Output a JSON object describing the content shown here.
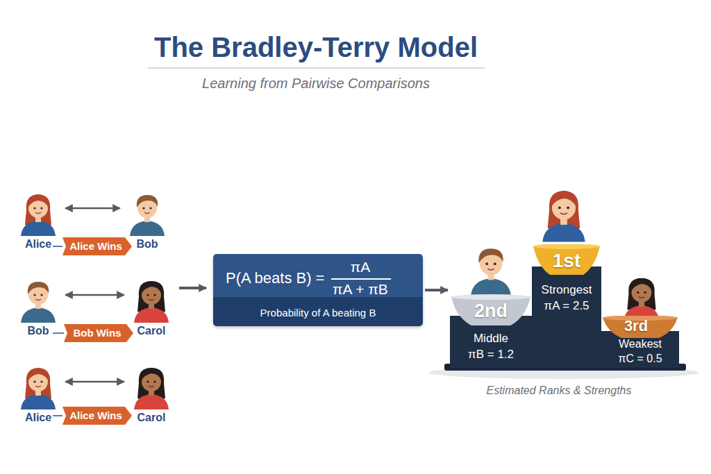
{
  "diagram": {
    "title": "The Bradley-Terry Model",
    "nodes": [
      {
        "text": [
          "Alice"
        ]
      },
      {
        "text": [
          "Alice Wins"
        ]
      },
      {
        "text": [
          "Bob"
        ]
      },
      {
        "text": [
          "Bob"
        ]
      },
      {
        "text": [
          "Bob Wins"
        ]
      },
      {
        "text": [
          "Carol"
        ]
      },
      {
        "text": [
          "Alice"
        ]
      },
      {
        "text": [
          "Alice Wins"
        ]
      },
      {
        "text": [
          "Carol"
        ]
      },
      {
        "text": [
          "P(A beats B) =",
          "πA",
          "πA + πB",
          "Probability of A beating B"
        ]
      },
      {
        "text": [
          "2nd",
          "Middle",
          "πB = 1.2"
        ]
      },
      {
        "text": [
          "1st",
          "Strongest",
          "πA = 2.5"
        ]
      },
      {
        "text": [
          "3rd",
          "Weakest",
          "πC = 0.5"
        ]
      }
    ],
    "edges": [
      {
        "from": 0,
        "to": 2,
        "arrow": "both"
      },
      {
        "from": 3,
        "to": 5,
        "arrow": "both"
      },
      {
        "from": 6,
        "to": 8,
        "arrow": "both"
      },
      {
        "from": 9,
        "to": 10,
        "arrow": "to"
      }
    ],
    "labels": [
      "Learning from Pairwise Comparisons",
      "Estimated Ranks & Strengths"
    ]
  }
}
